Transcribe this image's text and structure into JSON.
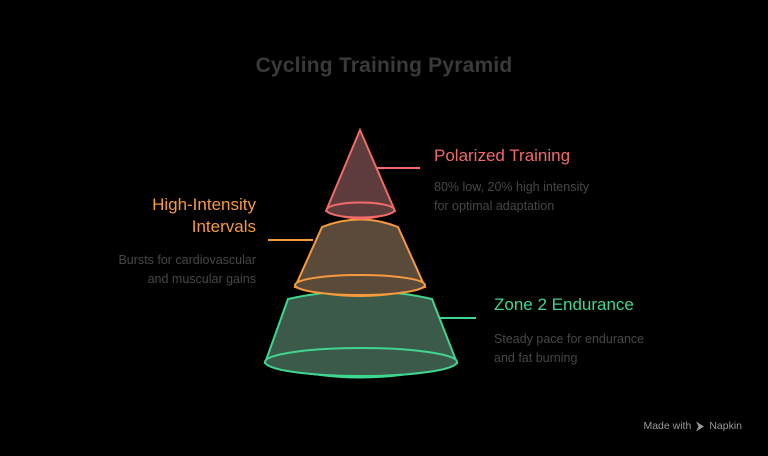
{
  "title": "Cycling Training Pyramid",
  "colors": {
    "background": "#000000",
    "title": "#3a3a3a",
    "description": "#474747",
    "polarized": "#f26a6a",
    "intervals": "#f79a3c",
    "endurance": "#3fd68f"
  },
  "levels": [
    {
      "id": "polarized",
      "label": "Polarized Training",
      "description_lines": [
        "80% low, 20% high intensity",
        "for optimal adaptation"
      ],
      "position": "top",
      "side": "right"
    },
    {
      "id": "intervals",
      "label_lines": [
        "High-Intensity",
        "Intervals"
      ],
      "description_lines": [
        "Bursts for cardiovascular",
        "and muscular gains"
      ],
      "position": "middle",
      "side": "left"
    },
    {
      "id": "endurance",
      "label": "Zone 2 Endurance",
      "description_lines": [
        "Steady pace for endurance",
        "and fat burning"
      ],
      "position": "bottom",
      "side": "right"
    }
  ],
  "footer": {
    "made_with": "Made with",
    "brand": "Napkin"
  }
}
